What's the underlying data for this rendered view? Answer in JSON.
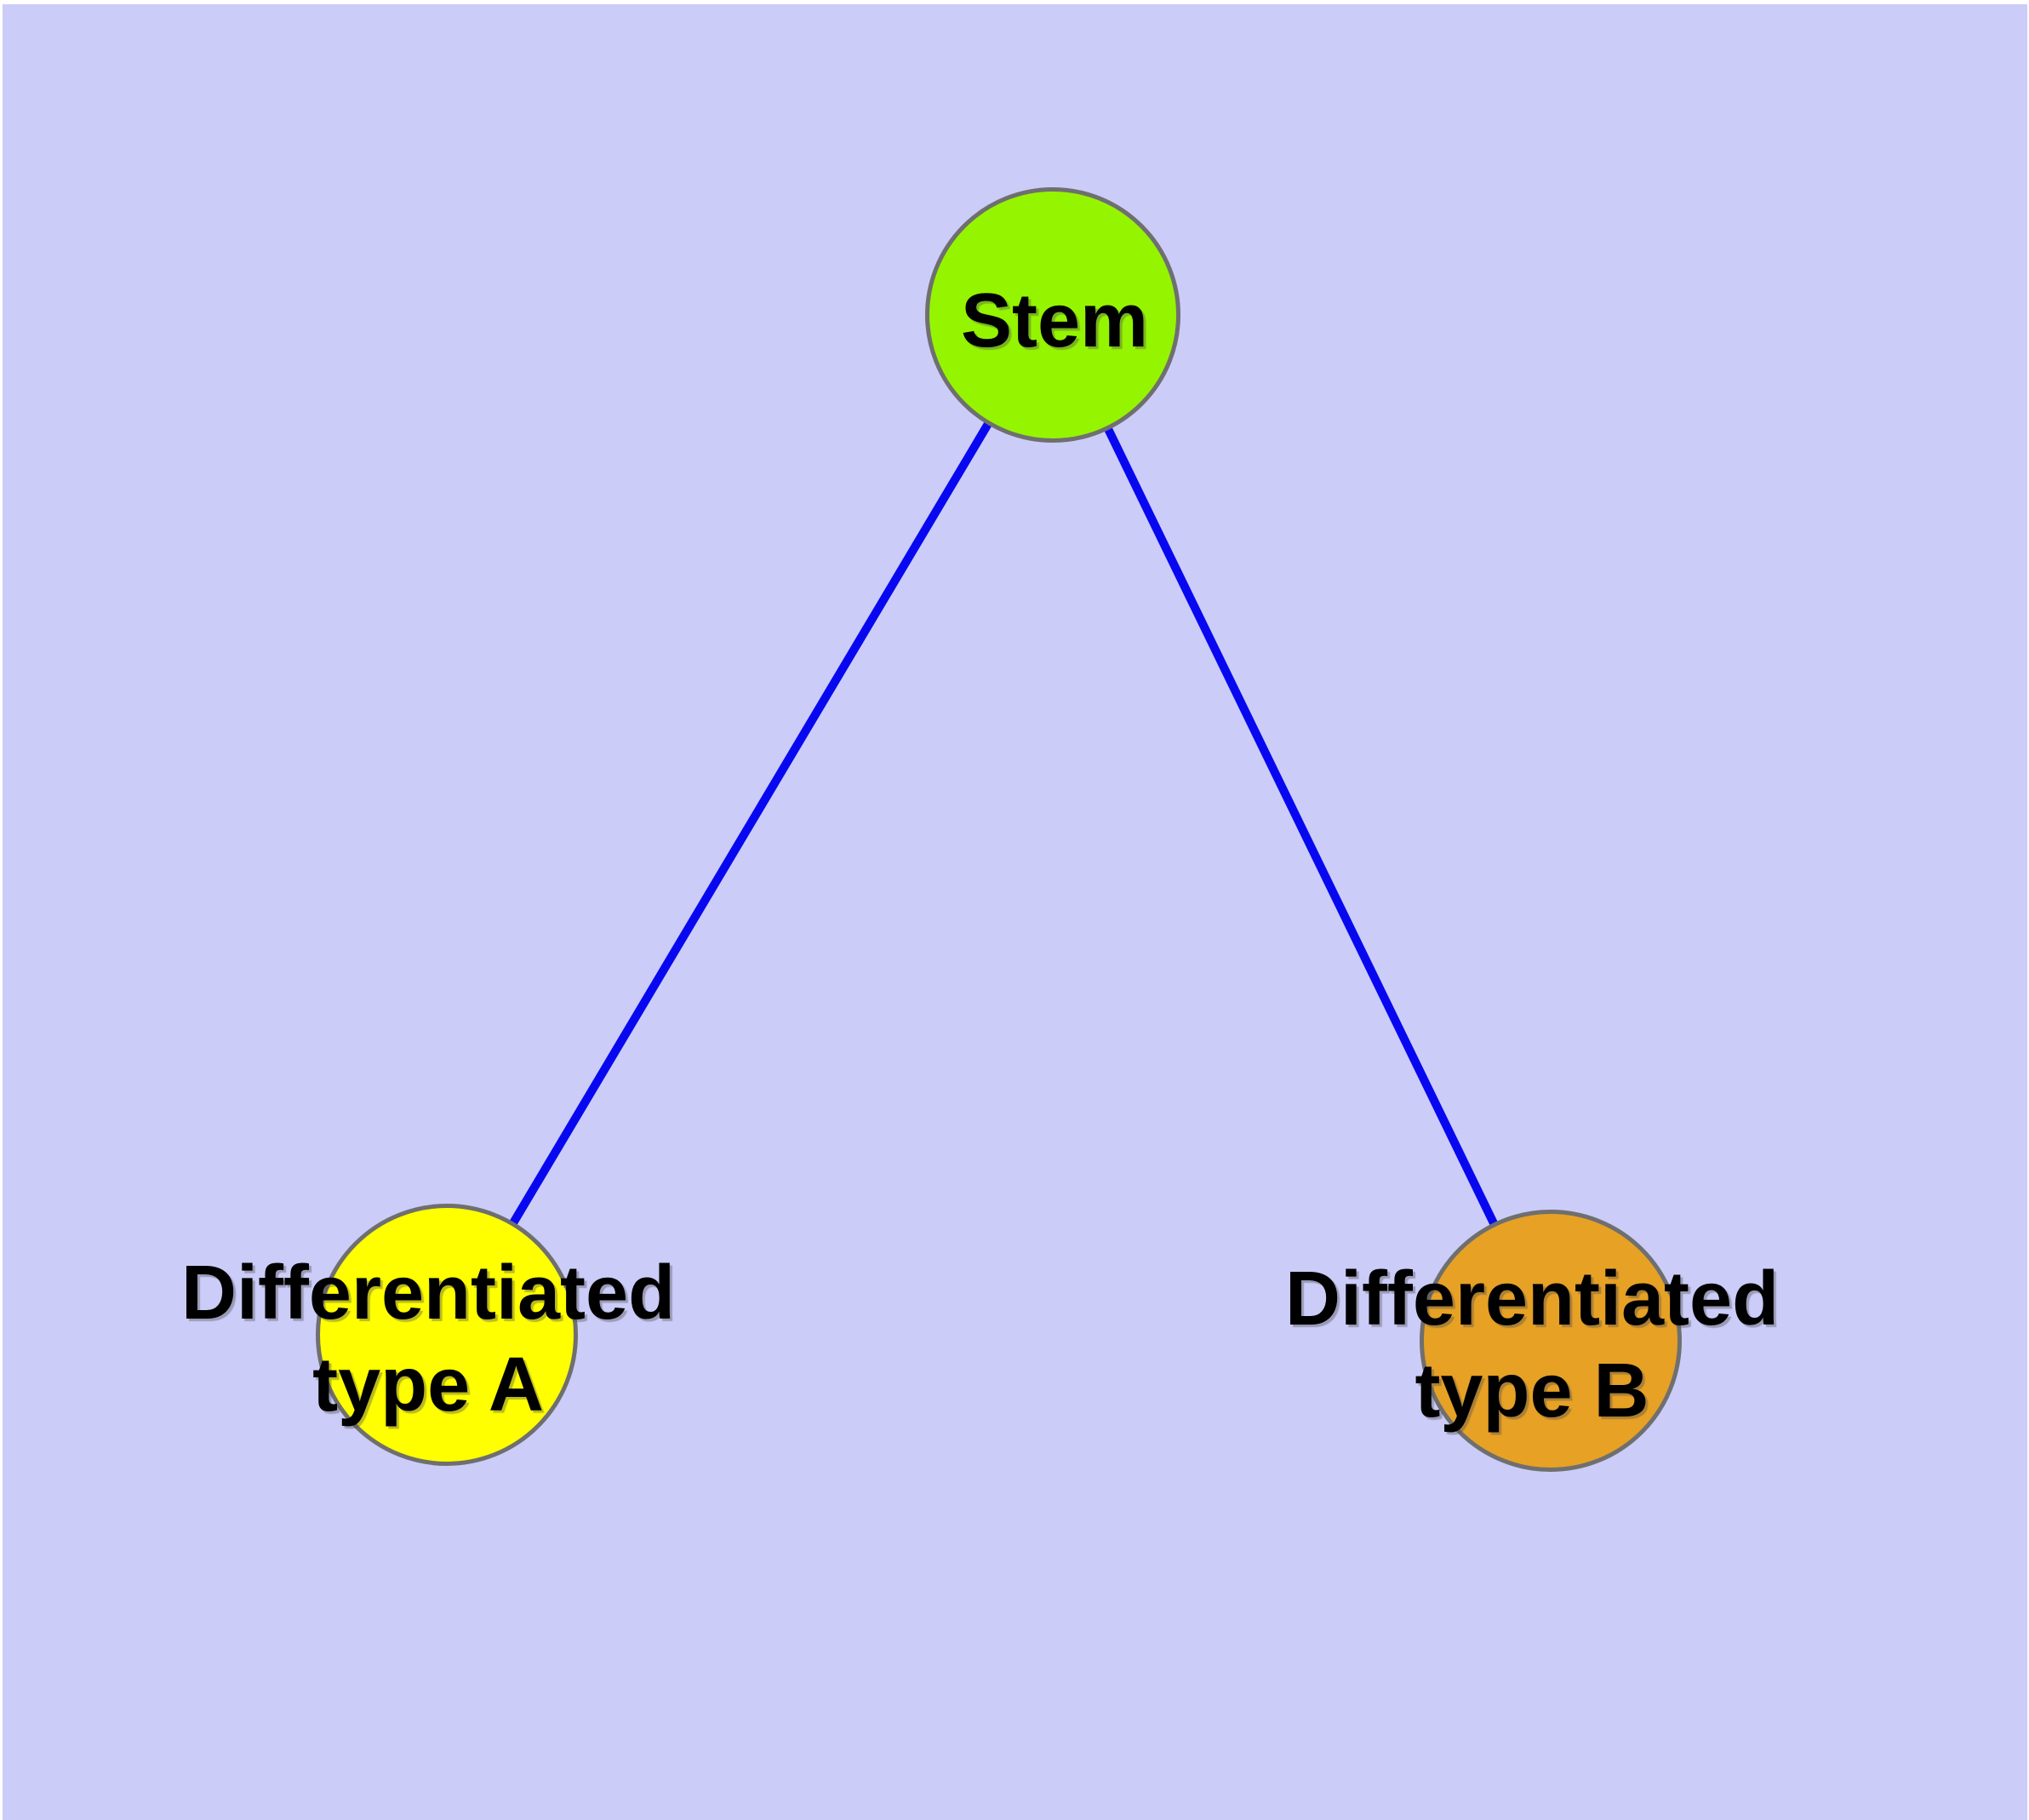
{
  "diagram": {
    "background_color": "#CBCCF8",
    "margin_color": "#FFFFFF",
    "edge_color": "#0808F0",
    "node_border_color": "#6F6F6F",
    "label_color": "#000000",
    "nodes": [
      {
        "id": "stem",
        "label": "Stem",
        "label_line2": "",
        "fill": "#95F500"
      },
      {
        "id": "type-a",
        "label": "Differentiated",
        "label_line2": "type A",
        "fill": "#FFFF00"
      },
      {
        "id": "type-b",
        "label": "Differentiated",
        "label_line2": "type B",
        "fill": "#E7A125"
      }
    ],
    "edges": [
      {
        "from": "stem",
        "to": "type-a"
      },
      {
        "from": "stem",
        "to": "type-b"
      }
    ]
  }
}
